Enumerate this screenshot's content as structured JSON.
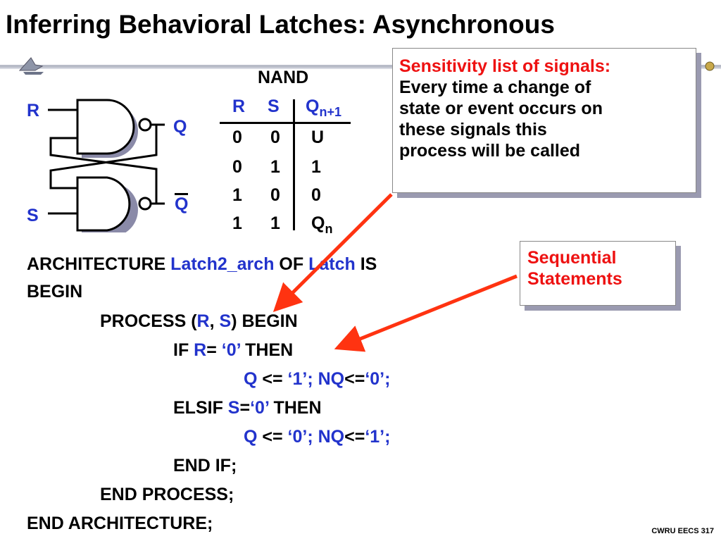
{
  "slide": {
    "title": "Inferring Behavioral Latches: Asynchronous",
    "footer": "CWRU EECS 317"
  },
  "latch_diagram": {
    "input_r": "R",
    "input_s": "S",
    "output_q": "Q",
    "output_qbar": "Q"
  },
  "truth_table": {
    "title": "NAND",
    "headers": {
      "r": "R",
      "s": "S",
      "q": "Q",
      "q_sub": "n+1"
    },
    "rows": [
      {
        "r": "0",
        "s": "0",
        "q": "U",
        "q_sub": ""
      },
      {
        "r": "0",
        "s": "1",
        "q": "1",
        "q_sub": ""
      },
      {
        "r": "1",
        "s": "0",
        "q": "0",
        "q_sub": ""
      },
      {
        "r": "1",
        "s": "1",
        "q": "Q",
        "q_sub": "n"
      }
    ]
  },
  "callouts": {
    "sensitivity": {
      "heading": "Sensitivity list of signals:",
      "lines": [
        "Every time a change of",
        "state or event occurs on",
        "these signals this",
        "process will be called"
      ]
    },
    "sequential": {
      "lines": [
        "Sequential",
        "Statements"
      ]
    }
  },
  "code": {
    "l1": {
      "kw1": "ARCHITECTURE ",
      "name": "Latch2_arch",
      "kw2": " OF ",
      "entity": "Latch",
      "kw3": " IS"
    },
    "l2": "BEGIN",
    "l3": {
      "a": "PROCESS (",
      "r": "R",
      "comma": ", ",
      "s": "S",
      "b": ") BEGIN"
    },
    "l4": {
      "a": "IF ",
      "r": "R",
      "eq": "= ",
      "v": "‘0’",
      "b": " THEN"
    },
    "l5": {
      "q": "Q",
      "op": " <= ",
      "v1": "‘1’; NQ",
      "op2": "<=",
      "v2": "‘0’;"
    },
    "l6": {
      "a": "ELSIF ",
      "s": "S",
      "eq": "=",
      "v": "‘0’",
      "b": " THEN"
    },
    "l7": {
      "q": "Q",
      "op": " <= ",
      "v1": "‘0’; NQ",
      "op2": "<=",
      "v2": "‘1’;"
    },
    "l8": "END IF;",
    "l9": "END PROCESS;",
    "l10": "END ARCHITECTURE;"
  }
}
